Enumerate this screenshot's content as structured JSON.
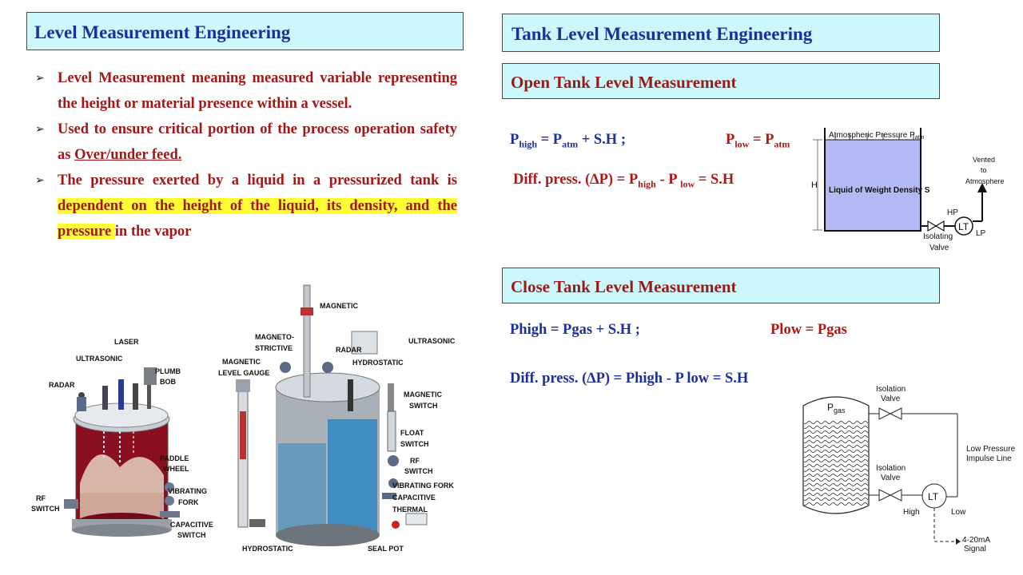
{
  "left": {
    "title": "Level Measurement Engineering",
    "bullets": {
      "b1": "Level Measurement meaning measured variable representing the height or material presence within a vessel.",
      "b2_pre": "Used to ensure critical portion of the process operation safety as ",
      "b2_u": "Over/under feed.",
      "b3_pre": "The pressure exerted by a liquid in a pressurized tank is ",
      "b3_hl": "dependent on the height of the liquid, its density, and the pressure ",
      "b3_post": " in the vapor"
    },
    "vessel1": {
      "laser": "LASER",
      "ultrasonic": "ULTRASONIC",
      "radar": "RADAR",
      "plumb1": "PLUMB",
      "plumb2": "BOB",
      "paddle1": "PADDLE",
      "paddle2": "WHEEL",
      "vib1": "VIBRATING",
      "vib2": "FORK",
      "rf1": "RF",
      "rf2": "SWITCH",
      "cap1": "CAPACITIVE",
      "cap2": "SWITCH"
    },
    "vessel2": {
      "magnetic": "MAGNETIC",
      "magneto1": "MAGNETO-",
      "magneto2": "STRICTIVE",
      "radar": "RADAR",
      "ultrasonic": "ULTRASONIC",
      "hydrostatic_top": "HYDROSTATIC",
      "mlg1": "MAGNETIC",
      "mlg2": "LEVEL GAUGE",
      "ms1": "MAGNETIC",
      "ms2": "SWITCH",
      "fs1": "FLOAT",
      "fs2": "SWITCH",
      "rf1": "RF",
      "rf2": "SWITCH",
      "vib": "VIBRATING FORK",
      "cap": "CAPACITIVE",
      "thermal": "THERMAL",
      "hydrostatic_bottom": "HYDROSTATIC",
      "sealpot": "SEAL POT"
    }
  },
  "right": {
    "title": "Tank Level Measurement Engineering",
    "open": {
      "title": "Open Tank Level Measurement",
      "phigh": "P",
      "phigh_sub": "high",
      "eq1_mid": " =  P",
      "patm_sub": "atm",
      "eq1_end": " + S.H ;",
      "plow": "P",
      "plow_sub": "low",
      "plow_mid": " = P",
      "plow_sub2": "atm",
      "diff_pre": "Diff. press. (∆P) =  P",
      "diff_sub1": "high",
      "diff_mid": " - P ",
      "diff_sub2": "low",
      "diff_end": " = S.H",
      "diagram": {
        "atm": "Atmospheric Pressure P",
        "atm_sub": "atm",
        "h": "H",
        "liquid": "Liquid of Weight Density S",
        "vented1": "Vented",
        "vented2": "to",
        "vented3": "Atmosphere",
        "hp": "HP",
        "lp": "LP",
        "lt": "LT",
        "iso1": "Isolating",
        "iso2": "Valve"
      }
    },
    "close": {
      "title": "Close Tank Level Measurement",
      "eq1": "Phigh  =  Pgas + S.H ;",
      "eq2": "Plow  = Pgas",
      "diff": "Diff. press. (∆P) =  Phigh  - P low  = S.H",
      "diagram": {
        "pgas": "P",
        "pgas_sub": "gas",
        "iso_top1": "Isolation",
        "iso_top2": "Valve",
        "iso_bot1": "Isolation",
        "iso_bot2": "Valve",
        "lowp1": "Low Pressure",
        "lowp2": "Impulse Line",
        "lt": "LT",
        "high": "High",
        "low": "Low",
        "sig1": "4-20mA",
        "sig2": "Signal"
      }
    }
  }
}
